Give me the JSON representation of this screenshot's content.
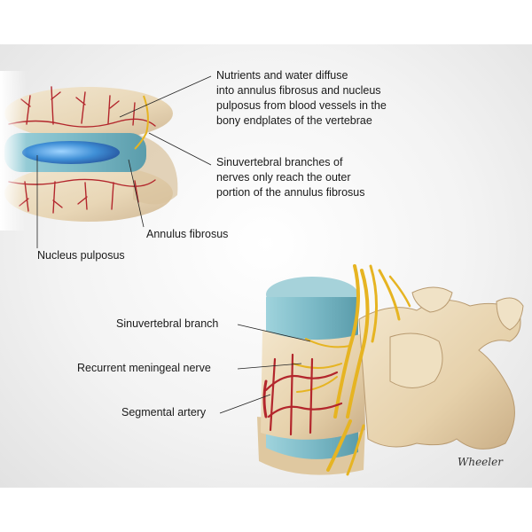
{
  "labels": {
    "nutrients": [
      "Nutrients and water diffuse",
      "into annulus fibrosus and nucleus",
      "pulposus from blood vessels in the",
      "bony endplates of the vertebrae"
    ],
    "sinuvertebral_branches": [
      "Sinuvertebral branches of",
      "nerves only reach the outer",
      "portion of the annulus fibrosus"
    ],
    "annulus_fibrosus": "Annulus fibrosus",
    "nucleus_pulposus": "Nucleus pulposus",
    "sinuvertebral_branch": "Sinuvertebral branch",
    "recurrent_meningeal_nerve": "Recurrent meningeal nerve",
    "segmental_artery": "Segmental artery"
  },
  "signature": "Wheeler",
  "colors": {
    "bone": "#e8d6b4",
    "bone_shadow": "#c9ae86",
    "disc": "#8cc4cf",
    "nucleus": "#3f8fd6",
    "vessel": "#b3262c",
    "nerve": "#e6b422",
    "leader": "#222222"
  }
}
